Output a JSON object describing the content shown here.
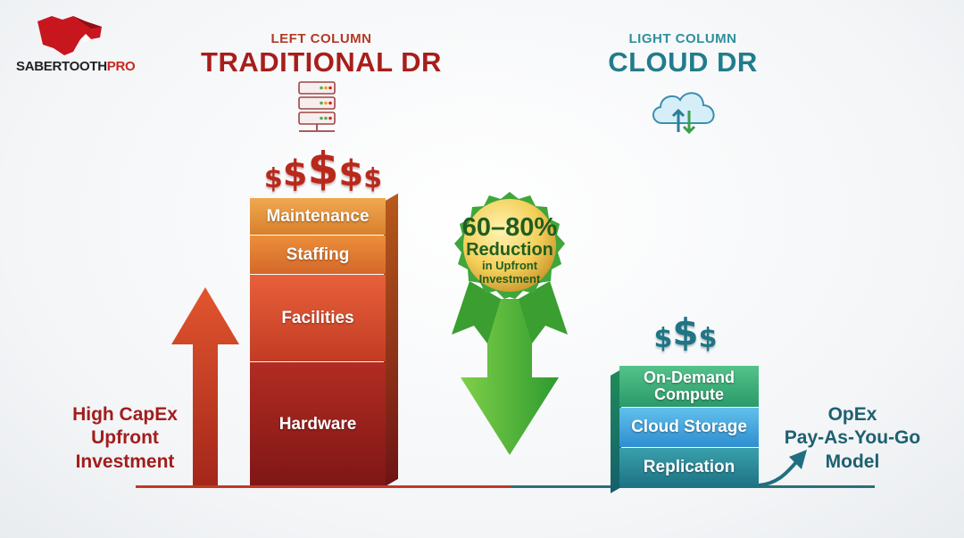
{
  "logo": {
    "brand_main": "SABERTOOTH",
    "brand_accent": "PRO"
  },
  "left": {
    "subtitle": "LEFT COLUMN",
    "title": "TRADITIONAL DR",
    "cost_symbols": [
      "$",
      "$",
      "$",
      "$",
      "$"
    ],
    "stack": [
      "Maintenance",
      "Staffing",
      "Facilities",
      "Hardware"
    ],
    "caption": [
      "High CapEx",
      "Upfront",
      "Investment"
    ],
    "color": "#a31c1c"
  },
  "right": {
    "subtitle": "LIGHT COLUMN",
    "title": "CLOUD DR",
    "cost_symbols": [
      "$",
      "$",
      "$"
    ],
    "stack": [
      "On-Demand Compute",
      "Cloud Storage",
      "Replication"
    ],
    "caption": [
      "OpEx",
      "Pay-As-You-Go",
      "Model"
    ],
    "color": "#1d6070"
  },
  "badge": {
    "percent": "60–80%",
    "line1": "Reduction",
    "line2": "in Upfront",
    "line3": "Investment"
  },
  "icons": [
    "sabertooth-logo",
    "server-rack-icon",
    "cloud-sync-icon",
    "up-arrow",
    "down-arrow",
    "trend-arrow"
  ]
}
